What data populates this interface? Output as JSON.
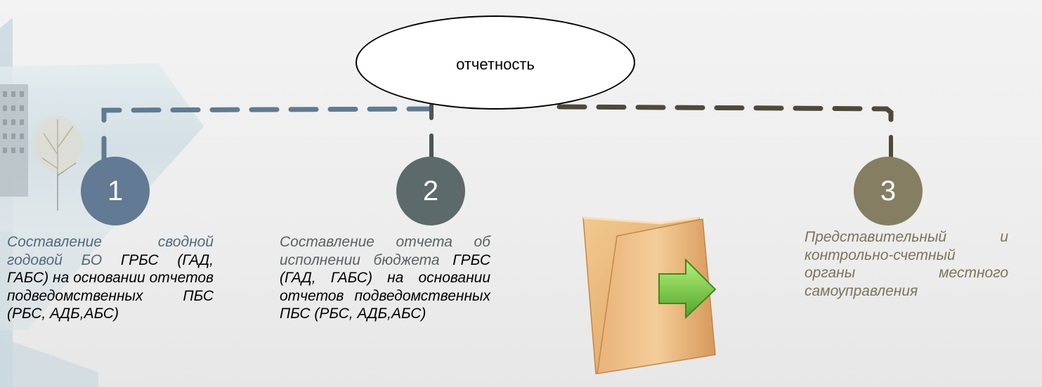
{
  "header": {
    "title": "отчетность"
  },
  "steps": [
    {
      "number": "1",
      "highlight": "Составление сводной годовой БО",
      "rest": " ГРБС (ГАД, ГАБС) на основании отчетов подведомственных ПБС (РБС, АДБ,АБС)"
    },
    {
      "number": "2",
      "highlight": "Составление отчета об исполнении бюджета",
      "rest": " ГРБС (ГАД, ГАБС) на основании отчетов подведомственных ПБС (РБС, АДБ,АБС)"
    },
    {
      "number": "3",
      "text": "Представительный и контрольно-счетный органы местного самоуправления"
    }
  ],
  "colors": {
    "step1": "#627a93",
    "step2": "#5d6a6b",
    "step3": "#857e63",
    "connector_left": "#5f7b92",
    "connector_right": "#4e4a38",
    "arrow": "#7ac943"
  },
  "icons": {
    "folder": "folder-arrow-icon"
  }
}
